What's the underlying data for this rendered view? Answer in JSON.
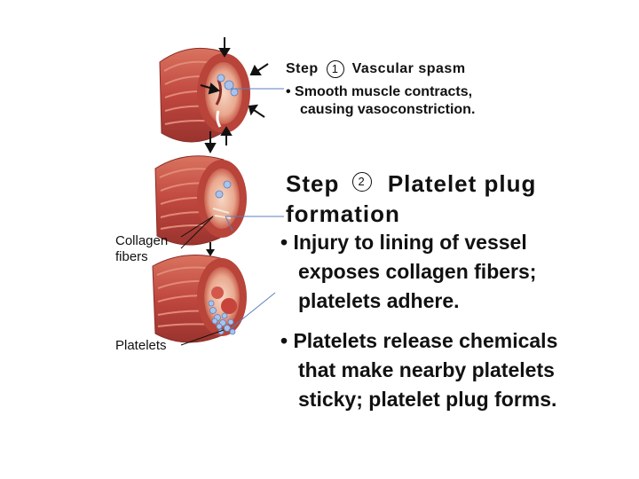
{
  "step1": {
    "word": "Step",
    "number": "1",
    "title": "Vascular spasm",
    "bullet": "• Smooth muscle contracts,",
    "bullet_cont": "causing vasoconstriction."
  },
  "step2": {
    "word": "Step",
    "number": "2",
    "title": "Platelet plug",
    "title_cont": "formation",
    "bullet1_lines": [
      "• Injury to lining of vessel",
      "exposes collagen fibers;",
      "platelets adhere."
    ],
    "bullet2_lines": [
      "• Platelets release chemicals",
      "that make nearby platelets",
      "sticky; platelet plug forms."
    ]
  },
  "labels": {
    "collagen_line1": "Collagen",
    "collagen_line2": "fibers",
    "platelets": "Platelets"
  },
  "colors": {
    "vessel_outer": "#c0473f",
    "vessel_inner": "#e8a58c",
    "platelet": "#a9c3ea",
    "callout_line": "#5b7fbf"
  }
}
